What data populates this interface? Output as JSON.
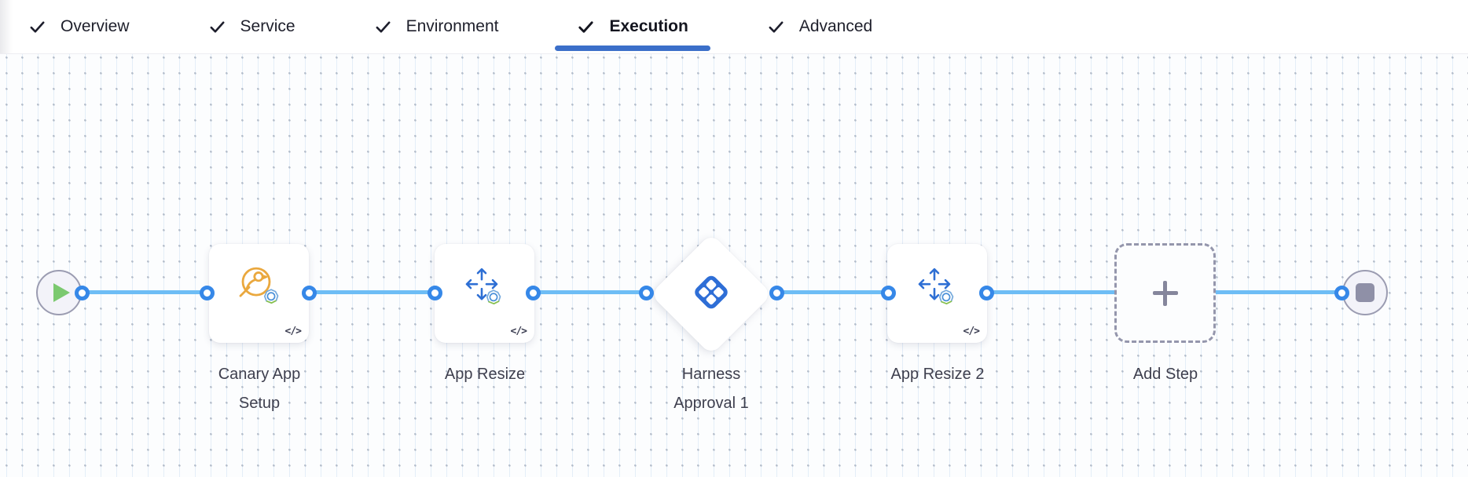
{
  "header": {
    "tabs": [
      {
        "label": "Overview",
        "checked": true,
        "active": false
      },
      {
        "label": "Service",
        "checked": true,
        "active": false
      },
      {
        "label": "Environment",
        "checked": true,
        "active": false
      },
      {
        "label": "Execution",
        "checked": true,
        "active": true
      },
      {
        "label": "Advanced",
        "checked": true,
        "active": false
      }
    ]
  },
  "pipeline": {
    "start_node": {
      "type": "start",
      "icon": "play-icon"
    },
    "end_node": {
      "type": "end",
      "icon": "stop-icon"
    },
    "nodes": [
      {
        "label": "Canary App Setup",
        "type": "step",
        "icon": "canary-icon",
        "code_badge": "</>"
      },
      {
        "label": "App Resize",
        "type": "step",
        "icon": "resize-arrows-icon",
        "code_badge": "</>"
      },
      {
        "label": "Harness Approval 1",
        "type": "approval",
        "icon": "harness-logo-icon"
      },
      {
        "label": "App Resize 2",
        "type": "step",
        "icon": "resize-arrows-icon",
        "code_badge": "</>"
      },
      {
        "label": "Add Step",
        "type": "add-step",
        "icon": "plus-icon"
      }
    ]
  },
  "colors": {
    "active_tab_underline": "#3b6fc9",
    "edge_blue": "#6ebdf5",
    "port_ring_blue": "#3688e8",
    "harness_logo_blue": "#2e6ed6",
    "canary_orange": "#eaa83e",
    "play_green": "#7bc96f",
    "terminal_gray": "#8f90a7",
    "label_text": "#3e3f4e"
  }
}
